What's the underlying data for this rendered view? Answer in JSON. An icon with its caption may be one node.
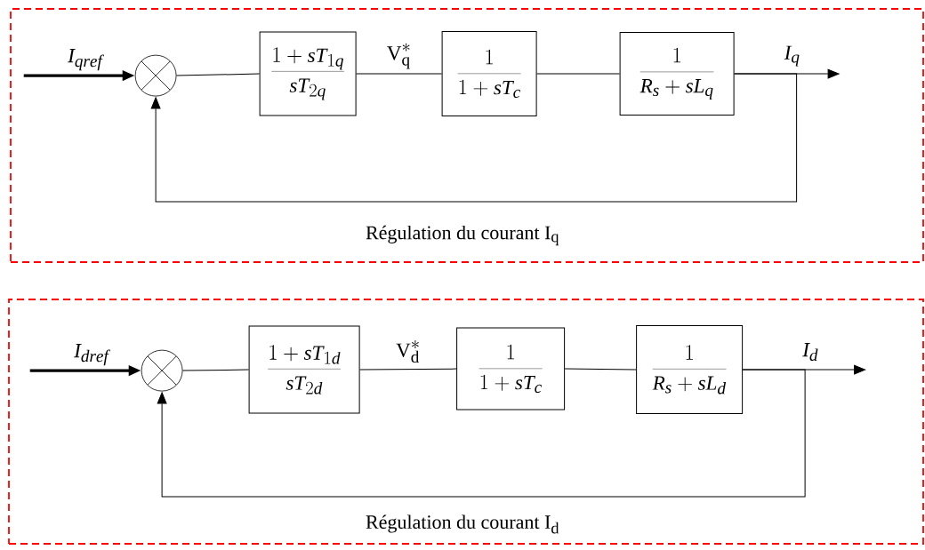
{
  "diagram": {
    "nodes": [
      {
        "text": [
          "Régulation du courant I$_{q}$"
        ]
      },
      {
        "text": [],
        "shape": "circle",
        "in": 0
      },
      {
        "text": [
          "\\frac{1+sT_{1q}}{sT_{2q}}"
        ],
        "in": 0
      },
      {
        "text": [
          "\\frac{1}{1+sT_{c}}"
        ],
        "in": 0
      },
      {
        "text": [
          "\\frac{1}{R_{s}+sL_{q}}"
        ],
        "in": 0
      },
      {
        "text": [
          "Régulation du courant I$_{d}$"
        ]
      },
      {
        "text": [],
        "shape": "circle",
        "in": 5
      },
      {
        "text": [
          "\\frac{1+sT_{1d}}{sT_{2d}}"
        ],
        "in": 5
      },
      {
        "text": [
          "\\frac{1}{1+sT_{c}}"
        ],
        "in": 5
      },
      {
        "text": [
          "\\frac{1}{R_{s}+sL_{d}}"
        ],
        "in": 5
      }
    ],
    "edges": [
      {
        "from": null,
        "to": 1,
        "arrow": "to",
        "label": "I_{qref}",
        "style": "thick"
      },
      {
        "from": 1,
        "to": 2,
        "arrow": "none"
      },
      {
        "from": 2,
        "to": 3,
        "arrow": "none",
        "label": "\\mathrm{V}_{\\mathrm{q}}^{*}"
      },
      {
        "from": 3,
        "to": 4,
        "arrow": "none"
      },
      {
        "from": 4,
        "to": null,
        "arrow": "to",
        "label": "I_{q}"
      },
      {
        "from": 4,
        "to": 1,
        "arrow": "to"
      },
      {
        "from": null,
        "to": 6,
        "arrow": "to",
        "label": "I_{dref}",
        "style": "thick"
      },
      {
        "from": 6,
        "to": 7,
        "arrow": "none"
      },
      {
        "from": 7,
        "to": 8,
        "arrow": "none",
        "label": "\\mathrm{V}_{\\mathrm{d}}^{*}"
      },
      {
        "from": 8,
        "to": 9,
        "arrow": "none"
      },
      {
        "from": 9,
        "to": null,
        "arrow": "to",
        "label": "I_{d}"
      },
      {
        "from": 9,
        "to": 6,
        "arrow": "to"
      }
    ]
  }
}
